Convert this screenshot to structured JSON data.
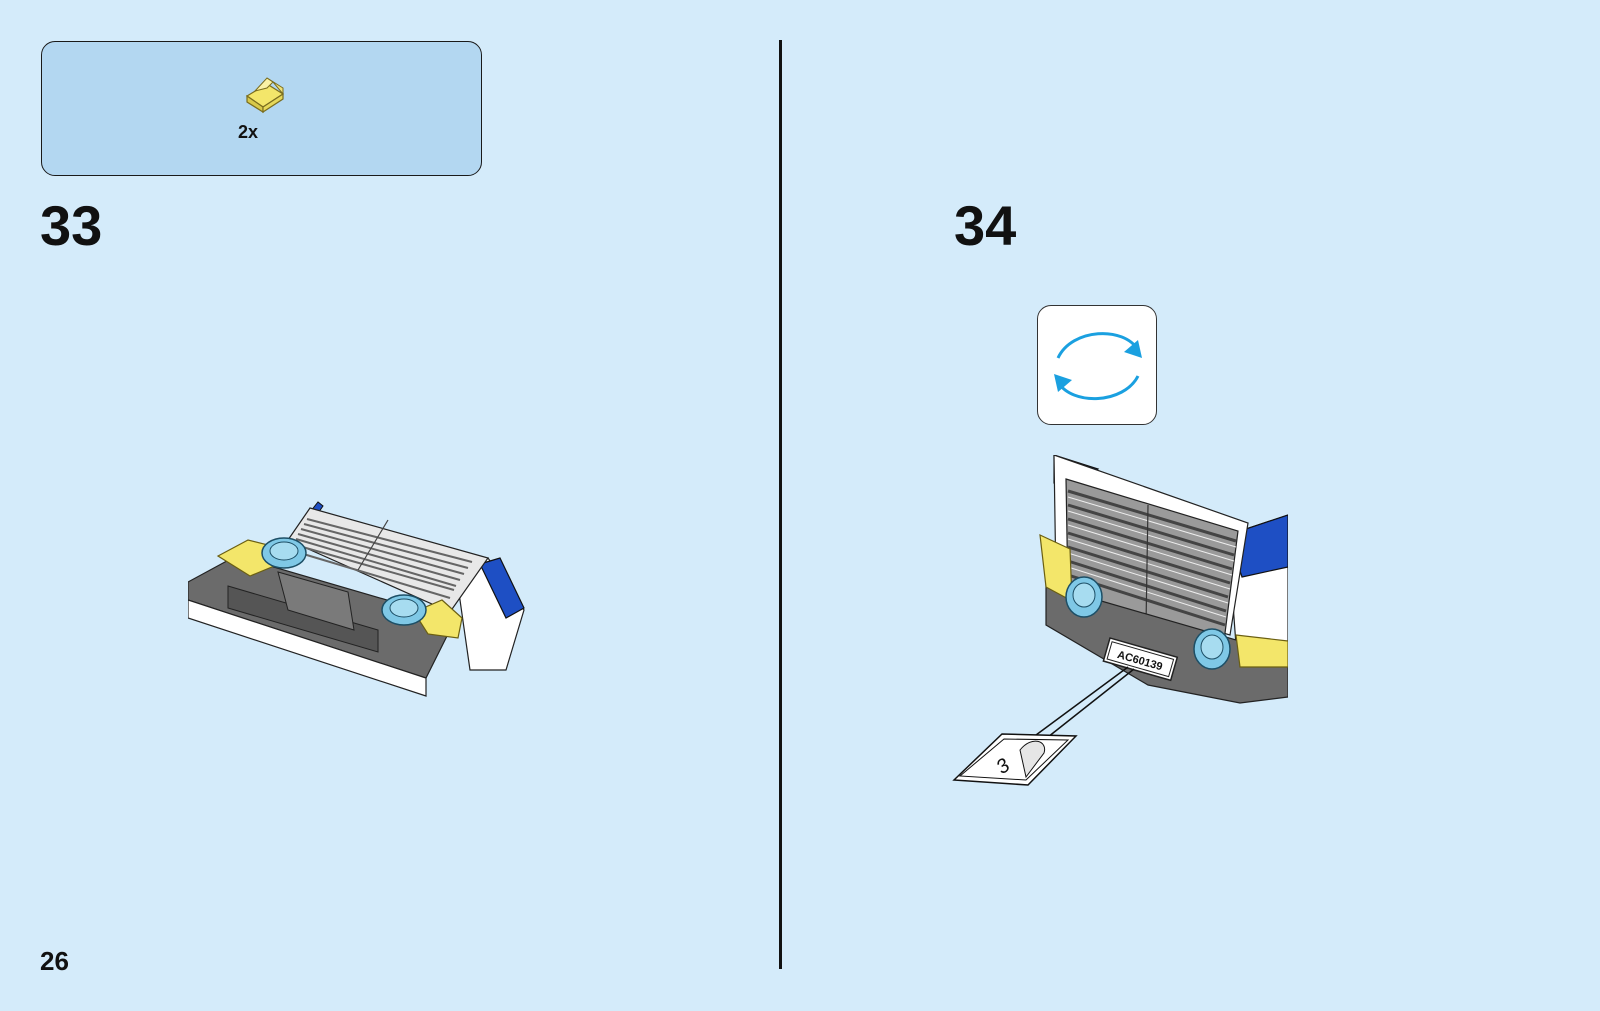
{
  "parts_callout": {
    "count": "2x",
    "part_color": "#f3e66a",
    "part_icon": "transparent-yellow-slope-brick-icon"
  },
  "steps": [
    {
      "number": "33"
    },
    {
      "number": "34"
    }
  ],
  "rotate_icon": "rotate-model-icon",
  "sticker": {
    "label": "AC60139",
    "sheet_number": "3"
  },
  "page_number": "26",
  "colors": {
    "background": "#d4ebfa",
    "callout_bg": "#b3d7f1",
    "arrow": "#1aa0e0",
    "brick_blue": "#1e4fc4",
    "brick_gray": "#6b6b6b",
    "trans_yellow": "#f3e66a",
    "trans_light_blue": "#7fc8e6"
  }
}
